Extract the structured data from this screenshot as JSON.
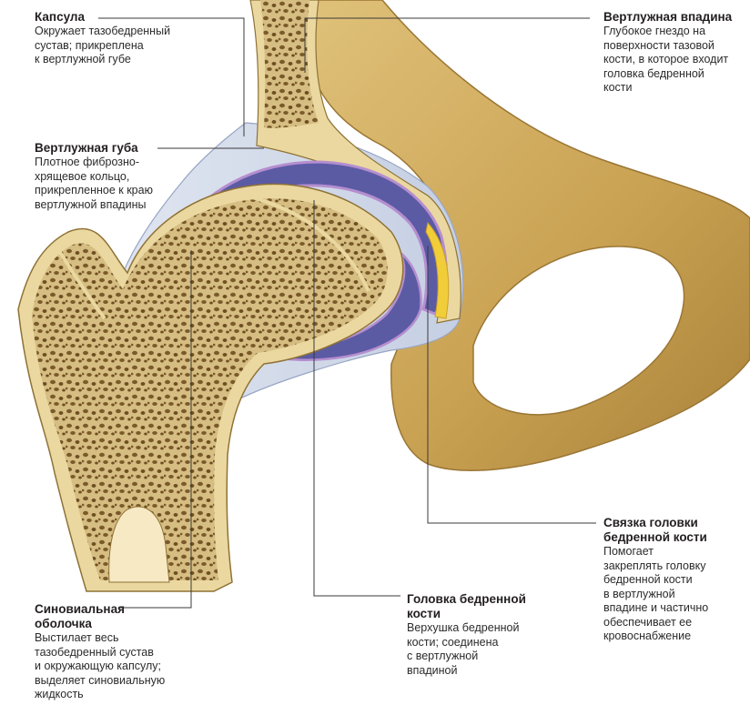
{
  "colors": {
    "bone_cortex": "#e7d49a",
    "spongy": "#c9ad6d",
    "pelvis": "#cda95a",
    "capsule_line": "#b8c3da",
    "cartilage": "#5e5fa6",
    "synovial": "#b58ecf",
    "ligament_fat": "#f2cd3a",
    "leader_line": "#3a3a3a"
  },
  "labels": {
    "capsule": {
      "title": "Капсула",
      "desc": "Окружает тазобедренный\nсустав; прикреплена\nк вертлужной губе"
    },
    "labrum": {
      "title": "Вертлужная губа",
      "desc": "Плотное фиброзно-\nхрящевое кольцо,\nприкрепленное к краю\nвертлужной впадины"
    },
    "acetabulum": {
      "title": "Вертлужная впадина",
      "desc": "Глубокое гнездо на\nповерхности тазовой\nкости, в которое входит\nголовка бедренной\nкости"
    },
    "ligament": {
      "title": "Связка головки\nбедренной кости",
      "desc": "Помогает\nзакреплять головку\nбедренной кости\nв вертлужной\nвпадине и частично\nобеспечивает ее\nкровоснабжение"
    },
    "head": {
      "title": "Головка бедренной\nкости",
      "desc": "Верхушка бедренной\nкости; соединена\nс вертлужной\nвпадиной"
    },
    "synovial": {
      "title": "Синовиальная\nоболочка",
      "desc": "Выстилает весь\nтазобедренный сустав\nи окружающую капсулу;\nвыделяет синовиальную\nжидкость"
    }
  }
}
